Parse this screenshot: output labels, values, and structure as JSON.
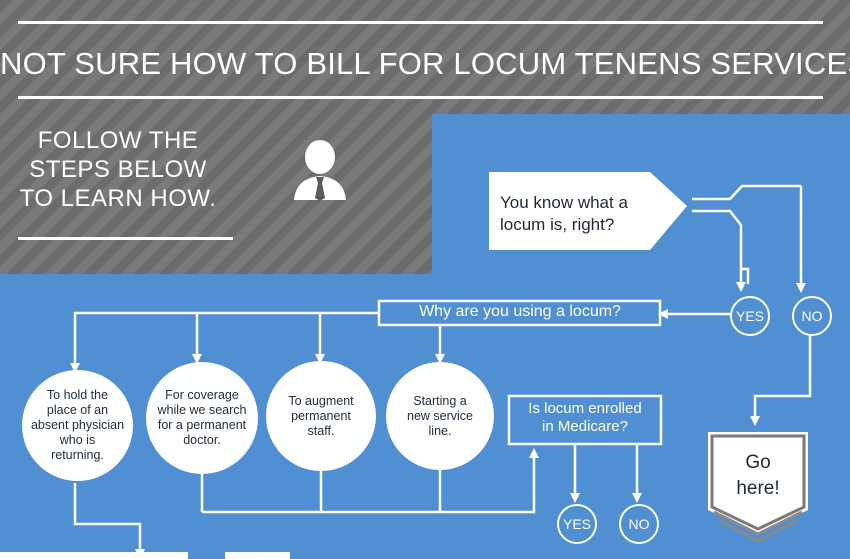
{
  "title": "NOT SURE HOW TO BILL FOR LOCUM TENENS SERVICES?",
  "intro": {
    "line1": "FOLLOW THE",
    "line2": "STEPS BELOW",
    "line3": "TO LEARN HOW."
  },
  "question1": {
    "line1": "You know what a",
    "line2": "locum is, right?"
  },
  "answers1": {
    "yes": "YES",
    "no": "NO"
  },
  "question2": "Why are you using a locum?",
  "reasons": [
    {
      "line1": "To hold the",
      "line2": "place of an",
      "line3": "absent physician",
      "line4": "who is",
      "line5": "returning."
    },
    {
      "line1": "For coverage",
      "line2": "while we search",
      "line3": "for a permanent",
      "line4": "doctor."
    },
    {
      "line1": "To augment",
      "line2": "permanent",
      "line3": "staff."
    },
    {
      "line1": "Starting a",
      "line2": "new service",
      "line3": "line."
    }
  ],
  "question3": {
    "line1": "Is locum enrolled",
    "line2": "in Medicare?"
  },
  "answers2": {
    "yes": "YES",
    "no": "NO"
  },
  "go_here": {
    "line1": "Go",
    "line2": "here!"
  },
  "colors": {
    "blue": "#4f8fd2",
    "gray": "#6c6c6c",
    "white": "#ffffff",
    "text_dark": "#1f2a36"
  },
  "icons": [
    "person-icon"
  ]
}
